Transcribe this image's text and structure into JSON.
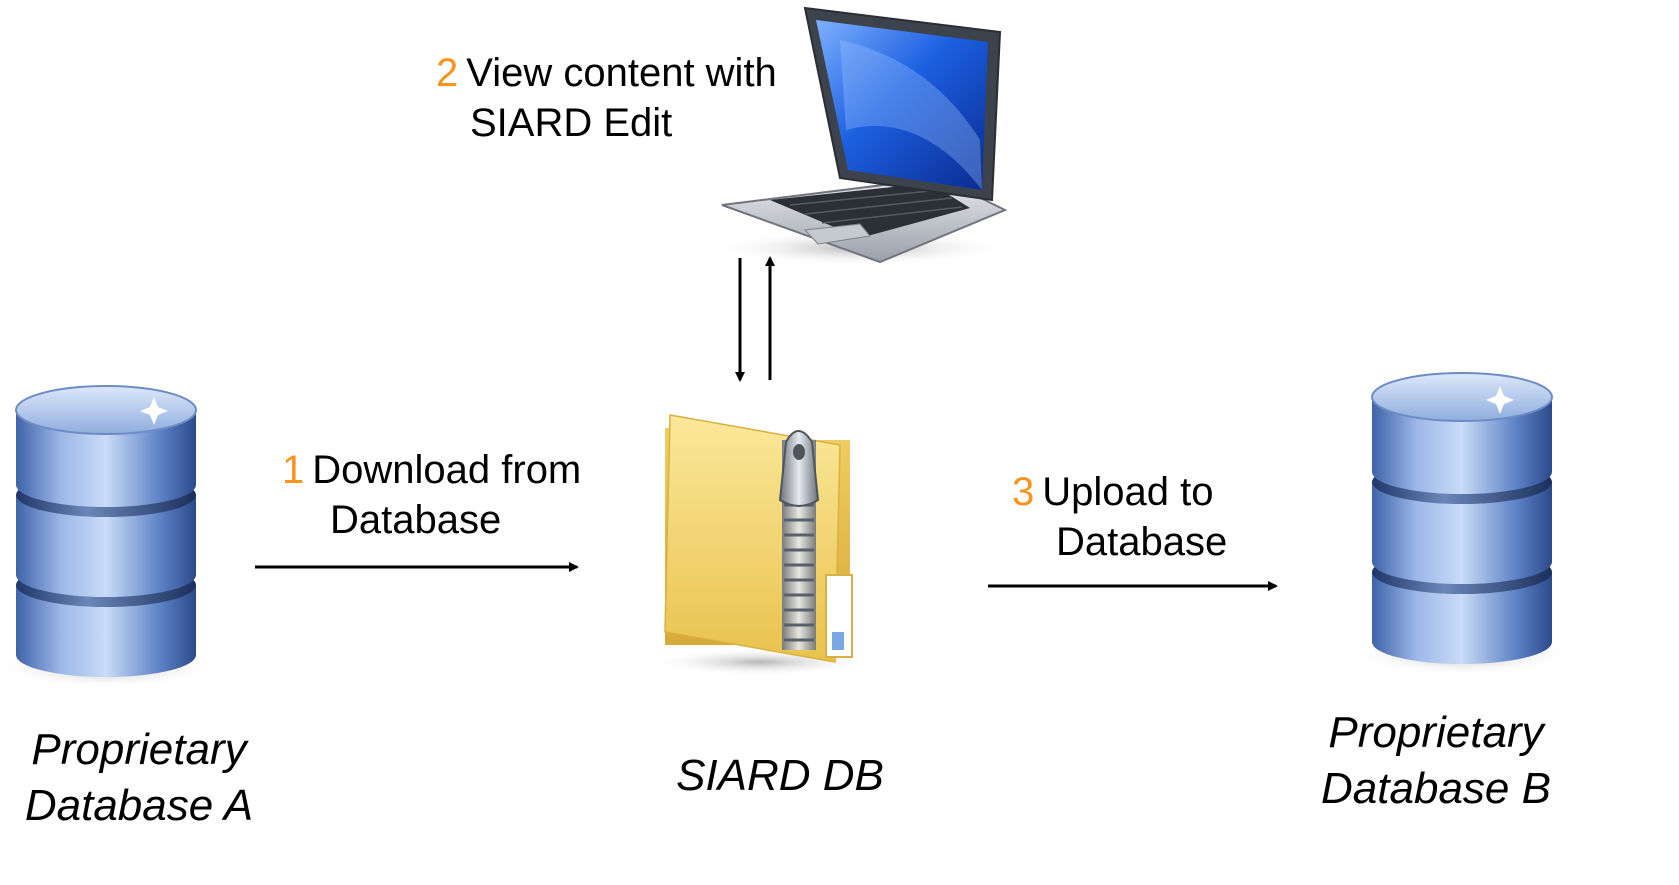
{
  "steps": {
    "download": {
      "num": "1",
      "line1": "Download from",
      "line2": "Database"
    },
    "view": {
      "num": "2",
      "line1": "View content with",
      "line2": "SIARD Edit"
    },
    "upload": {
      "num": "3",
      "line1": "Upload to",
      "line2": "Database"
    }
  },
  "captions": {
    "db_a": {
      "line1": "Proprietary",
      "line2": "Database A"
    },
    "siard": {
      "line1": "SIARD DB"
    },
    "db_b": {
      "line1": "Proprietary",
      "line2": "Database B"
    }
  },
  "colors": {
    "step_number": "#f7941d",
    "db_blue": "#6d95d6",
    "folder": "#f5d36a"
  }
}
